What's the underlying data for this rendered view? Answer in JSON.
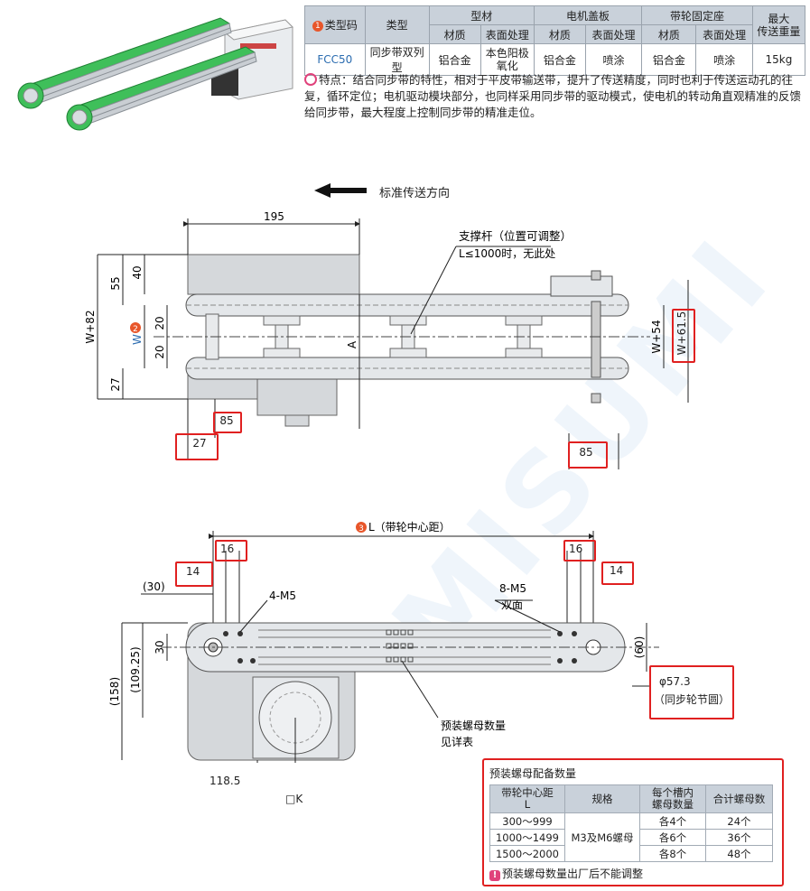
{
  "spec_table": {
    "headers": {
      "model_code": "类型码",
      "type": "类型",
      "profile": "型材",
      "motor_cover": "电机盖板",
      "pulley_seat": "带轮固定座",
      "max_load": "最大\n传送重量",
      "material": "材质",
      "surface": "表面处理"
    },
    "badge_1": "1",
    "row": {
      "model_code": "FCC50",
      "type": "同步带双列型",
      "profile_material": "铝合金",
      "profile_surface": "本色阳极\n氧化",
      "cover_material": "铝合金",
      "cover_surface": "喷涂",
      "seat_material": "铝合金",
      "seat_surface": "喷涂",
      "max_load": "15kg"
    }
  },
  "feature_text": "特点：结合同步带的特性，相对于平皮带输送带，提升了传送精度，同时也利于传送运动孔的往复，循环定位；电机驱动模块部分，也同样采用同步带的驱动模式，使电机的转动角直观精准的反馈给同步带，最大程度上控制同步带的精准走位。",
  "direction_label": "标准传送方向",
  "top_view": {
    "dim_195": "195",
    "dim_55": "55",
    "dim_40": "40",
    "dim_w82": "W+82",
    "dim_w": "W",
    "badge_2": "2",
    "dim_20a": "20",
    "dim_20b": "20",
    "dim_27_left": "27",
    "dim_a": "A",
    "support_label_1": "支撑杆（位置可调整）",
    "support_label_2": "L≤1000时，无此处",
    "dim_w54": "W+54",
    "dim_w615": "W+61.5",
    "dim_85_left": "85",
    "dim_27_bottom": "27",
    "dim_85_right": "85"
  },
  "side_view": {
    "badge_3": "3",
    "dim_l": "L（带轮中心距）",
    "dim_16_left": "16",
    "dim_16_right": "16",
    "dim_14_left": "14",
    "dim_14_right": "14",
    "dim_30_top": "(30)",
    "hole_label": "4-M5",
    "hole8_label_1": "8-M5",
    "hole8_label_2": "双面",
    "dim_30_side": "30",
    "dim_10925": "(109.25)",
    "dim_158": "(158)",
    "dim_60": "(60)",
    "pitch_1": "φ57.3",
    "pitch_2": "（同步轮节圆）",
    "nut_label_1": "预装螺母数量",
    "nut_label_2": "见详表",
    "dim_1185": "118.5",
    "dim_k": "□K"
  },
  "nut_table": {
    "title": "预装螺母配备数量",
    "headers": [
      "带轮中心距\nL",
      "规格",
      "每个槽内\n螺母数量",
      "合计螺母数"
    ],
    "rows": [
      {
        "range": "300～999",
        "per_slot": "各4个",
        "total": "24个"
      },
      {
        "range": "1000～1499",
        "per_slot": "各6个",
        "total": "36个"
      },
      {
        "range": "1500～2000",
        "per_slot": "各8个",
        "total": "48个"
      }
    ],
    "spec": "M3及M6螺母",
    "note_badge": "!",
    "note": "预装螺母数量出厂后不能调整"
  },
  "watermark": "MISUMI",
  "colors": {
    "belt_green": "#3fbf5a",
    "redbox": "#e02020",
    "header_bg": "#c9d1da",
    "badge_orange": "#e8562a",
    "badge_pink": "#e0427b",
    "model_blue": "#2b6cb0"
  }
}
